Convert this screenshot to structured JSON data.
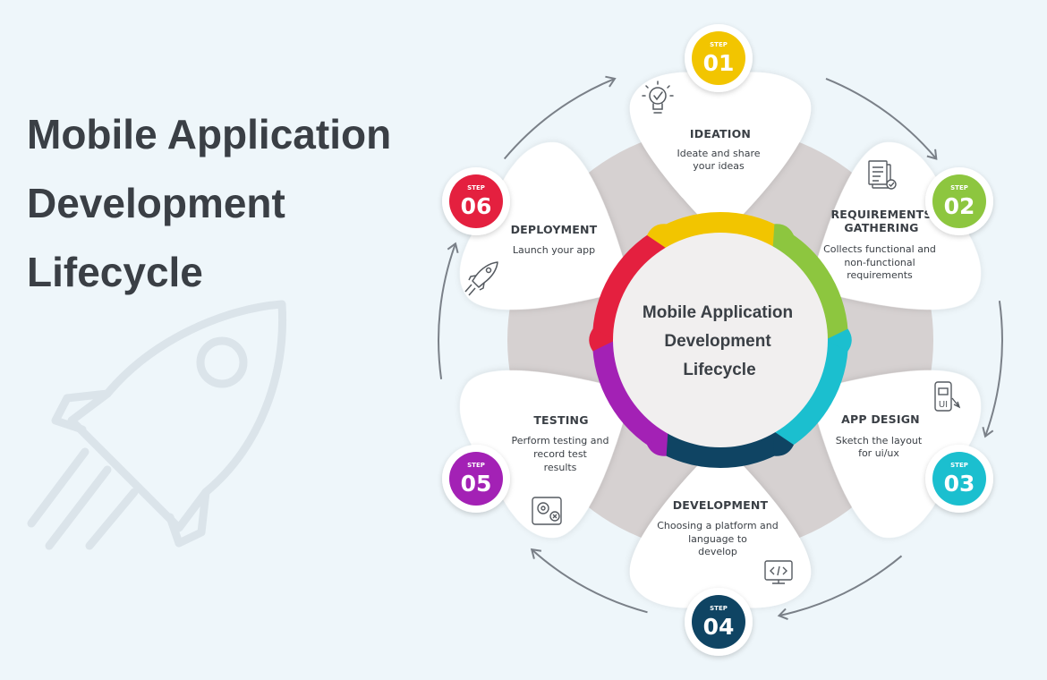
{
  "title_lines": [
    "Mobile Application",
    "Development",
    "Lifecycle"
  ],
  "center_lines": [
    "Mobile Application",
    "Development",
    "Lifecycle"
  ],
  "badge_prefix": "STEP",
  "steps": [
    {
      "number": "01",
      "title": [
        "IDEATION"
      ],
      "desc": [
        "Ideate and share",
        "your ideas"
      ],
      "color": "#f2c500",
      "icon": "lightbulb-icon"
    },
    {
      "number": "02",
      "title": [
        "REQUIREMENTS",
        "GATHERING"
      ],
      "desc": [
        "Collects functional and",
        "non-functional",
        "requirements"
      ],
      "color": "#8dc63f",
      "icon": "document-checklist-icon"
    },
    {
      "number": "03",
      "title": [
        "APP DESIGN"
      ],
      "desc": [
        "Sketch the layout",
        "for ui/ux"
      ],
      "color": "#1bbfcf",
      "icon": "ui-design-icon"
    },
    {
      "number": "04",
      "title": [
        "DEVELOPMENT"
      ],
      "desc": [
        "Choosing a platform and",
        "language to",
        "develop"
      ],
      "color": "#0f4463",
      "icon": "code-monitor-icon"
    },
    {
      "number": "05",
      "title": [
        "TESTING"
      ],
      "desc": [
        "Perform testing and",
        "record test",
        "results"
      ],
      "color": "#a321b5",
      "icon": "testing-gear-icon"
    },
    {
      "number": "06",
      "title": [
        "DEPLOYMENT"
      ],
      "desc": [
        "Launch your app"
      ],
      "color": "#e4203f",
      "icon": "rocket-icon"
    }
  ]
}
